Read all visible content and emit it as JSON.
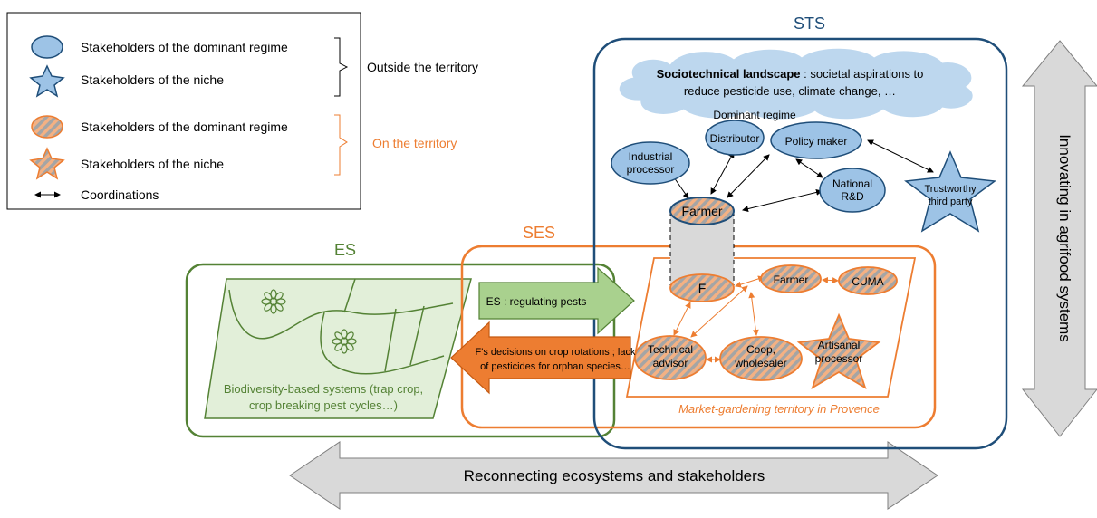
{
  "legend": {
    "items": [
      {
        "label": "Stakeholders of the dominant regime",
        "icon": "blue-ellipse-icon"
      },
      {
        "label": "Stakeholders of the niche",
        "icon": "blue-star-icon"
      },
      {
        "label": "Stakeholders of the dominant regime",
        "icon": "hatched-ellipse-icon"
      },
      {
        "label": "Stakeholders of the niche",
        "icon": "hatched-star-icon"
      },
      {
        "label": "Coordinations",
        "icon": "double-arrow-icon"
      }
    ],
    "outside": "Outside the territory",
    "on_territory": "On the territory"
  },
  "systems": {
    "sts": "STS",
    "ses": "SES",
    "es": "ES"
  },
  "landscape": {
    "bold": "Sociotechnical landscape",
    "rest": " : societal aspirations to",
    "line2": "reduce pesticide use, climate change, …"
  },
  "regime": {
    "title": "Dominant regime",
    "distributor": "Distributor",
    "policy_maker": "Policy maker",
    "industrial_1": "Industrial",
    "industrial_2": "processor",
    "national_1": "National",
    "national_2": "R&D",
    "trustworthy_1": "Trustworthy",
    "trustworthy_2": "third party",
    "farmer_top": "Farmer"
  },
  "territory": {
    "f": "F",
    "farmer": "Farmer",
    "cuma": "CUMA",
    "technical_1": "Technical",
    "technical_2": "advisor",
    "coop_1": "Coop,",
    "coop_2": "wholesaler",
    "artisanal_1": "Artisanal",
    "artisanal_2": "processor",
    "caption": "Market-gardening territory in Provence"
  },
  "es_panel": {
    "line1": "Biodiversity-based systems (trap crop,",
    "line2": "crop breaking pest cycles…)"
  },
  "arrows": {
    "es_service": "ES : regulating pests",
    "decisions_1": "F's decisions on crop rotations ; lack",
    "decisions_2": "of pesticides for orphan species…",
    "reconnecting": "Reconnecting ecosystems and stakeholders",
    "innovating": "Innovating in agrifood systems"
  },
  "colors": {
    "blue_fill": "#9dc3e6",
    "blue_stroke": "#1f4e79",
    "orange": "#ed7d31",
    "green": "#548235",
    "green_fill": "#e2efd9",
    "gray": "#d9d9d9"
  }
}
